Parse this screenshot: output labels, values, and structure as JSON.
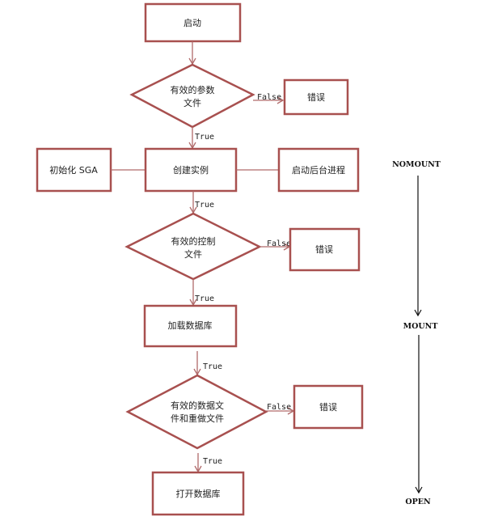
{
  "nodes": {
    "start": "启动",
    "check_param": [
      "有效的参数",
      "文件"
    ],
    "error1": "错误",
    "init_sga": "初始化 SGA",
    "create_instance": "创建实例",
    "start_bg": "启动后台进程",
    "check_control": [
      "有效的控制",
      "文件"
    ],
    "error2": "错误",
    "load_db": "加载数据库",
    "check_datafiles": [
      "有效的数据文",
      "件和重做文件"
    ],
    "error3": "错误",
    "open_db": "打开数据库"
  },
  "labels": {
    "true": "True",
    "false": "False"
  },
  "stages": [
    "NOMOUNT",
    "MOUNT",
    "OPEN"
  ]
}
